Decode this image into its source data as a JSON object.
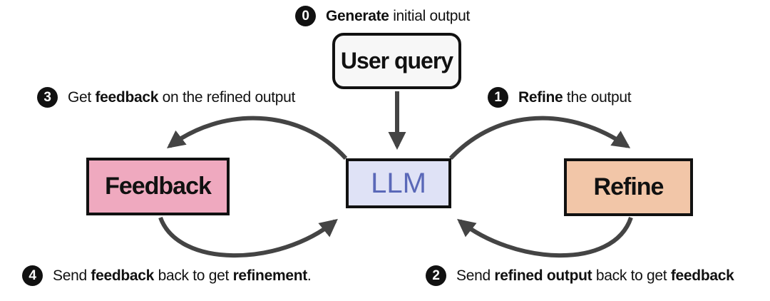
{
  "nodes": {
    "user_query": "User query",
    "llm": "LLM",
    "feedback": "Feedback",
    "refine": "Refine"
  },
  "steps": [
    {
      "number": "0",
      "bold": "Generate",
      "rest": " initial output"
    },
    {
      "number": "1",
      "bold": "Refine",
      "rest": " the output"
    },
    {
      "number": "2",
      "pre": "Send ",
      "bold": "refined output",
      "mid": " back to get ",
      "bold2": "feedback",
      "post": ""
    },
    {
      "number": "3",
      "pre": "Get ",
      "bold": "feedback",
      "rest": " on the refined output"
    },
    {
      "number": "4",
      "pre": "Send ",
      "bold": "feedback",
      "mid": " back to get ",
      "bold2": "refinement",
      "post": "."
    }
  ],
  "colors": {
    "llm_fill": "#dfe2f6",
    "llm_text": "#5a68b8",
    "feedback_fill": "#efa9bf",
    "refine_fill": "#f2c6a8",
    "arrow": "#444444"
  }
}
